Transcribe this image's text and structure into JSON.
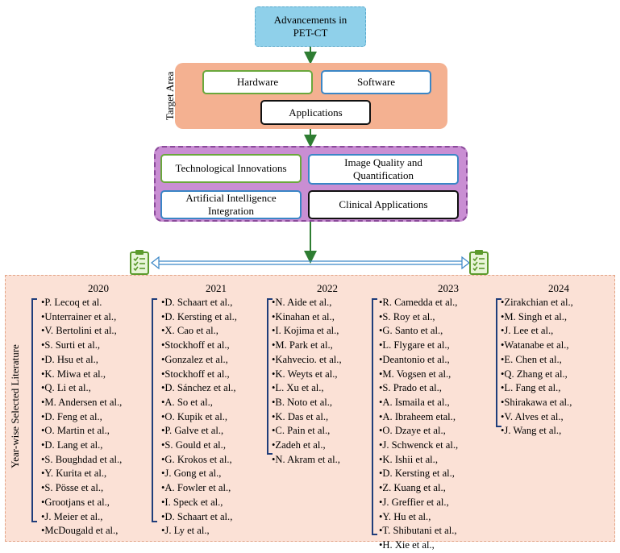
{
  "top": {
    "title": "Advancements in PET-CT"
  },
  "target": {
    "label": "Target Area",
    "items": [
      "Hardware",
      "Software",
      "Applications"
    ]
  },
  "focus": {
    "items": [
      "Technological Innovations",
      "Image Quality and Quantification",
      "Artificial Intelligence Integration",
      "Clinical Applications"
    ]
  },
  "literature": {
    "label": "Year-wise Selected Literature",
    "columns": [
      {
        "year": "2020",
        "items": [
          "P. Lecoq et al.",
          "Unterrainer et al.,",
          "V. Bertolini et al.,",
          "S. Surti et al.,",
          "D. Hsu et al.,",
          "K. Miwa et al.,",
          "Q. Li  et al.,",
          "M. Andersen et al.,",
          "D. Feng et al.,",
          "O. Martin et al.,",
          "D. Lang et al.,",
          "S. Boughdad et al.,",
          "Y. Kurita et al.,",
          "S. Pösse et al.,",
          "Grootjans et al.,",
          "J. Meier et al.,",
          "McDougald et al.,"
        ]
      },
      {
        "year": "2021",
        "items": [
          "D. Schaart et al.,",
          "D. Kersting et al.,",
          "X. Cao et al.,",
          "Stockhoff et al.,",
          "Gonzalez et al.,",
          "Stockhoff et al.,",
          "D. Sánchez et al.,",
          "A. So et al.,",
          "O. Kupik et al.,",
          "P. Galve et al.,",
          "S. Gould et al.,",
          "G. Krokos et al.,",
          "J. Gong et al.,",
          "A. Fowler et al.,",
          "I. Speck et al.,",
          "D. Schaart et al.,",
          "J. Ly et al.,"
        ]
      },
      {
        "year": "2022",
        "items": [
          "N. Aide et al.,",
          "Kinahan et al.,",
          "I. Kojima et al.,",
          "M. Park et al.,",
          "Kahvecio. et al.,",
          "K. Weyts et al.,",
          "L. Xu et al.,",
          "B. Noto et al.,",
          "K. Das et al.,",
          "C. Pain et al.,",
          "Zadeh et al.,",
          "N. Akram et al.,"
        ]
      },
      {
        "year": "2023",
        "items": [
          "R. Camedda et al.,",
          "S. Roy et al.,",
          "G. Santo et al.,",
          "L. Flygare et al.,",
          "Deantonio et al.,",
          "M. Vogsen et al.,",
          "S. Prado et al.,",
          "A. Ismaila et al.,",
          "A. Ibraheem etal.,",
          "O. Dzaye et al.,",
          "J. Schwenck et al.,",
          "K. Ishii et al.,",
          "D. Kersting et al.,",
          "Z. Kuang et al.,",
          "J. Greffier et al.,",
          "Y. Hu et al.,",
          "T. Shibutani et al.,",
          "H. Xie et al.,"
        ]
      },
      {
        "year": "2024",
        "items": [
          "Zirakchian et al.,",
          "M. Singh et al.,",
          "J. Lee et al.,",
          "Watanabe et al.,",
          "E. Chen et al.,",
          "Q. Zhang et al.,",
          "L. Fang et al.,",
          "Shirakawa et al.,",
          "V. Alves et al.,",
          "J. Wang et al.,"
        ]
      }
    ]
  },
  "colors": {
    "top_box": "#8fd0ea",
    "target_panel": "#f4b191",
    "focus_panel": "#c98ed3",
    "literature_panel": "#fbe1d6",
    "arrow": "#2e7d32",
    "double_arrow": "#3a86c6",
    "bracket": "#1f3d7a"
  },
  "icons": [
    "clipboard-checklist-icon"
  ]
}
